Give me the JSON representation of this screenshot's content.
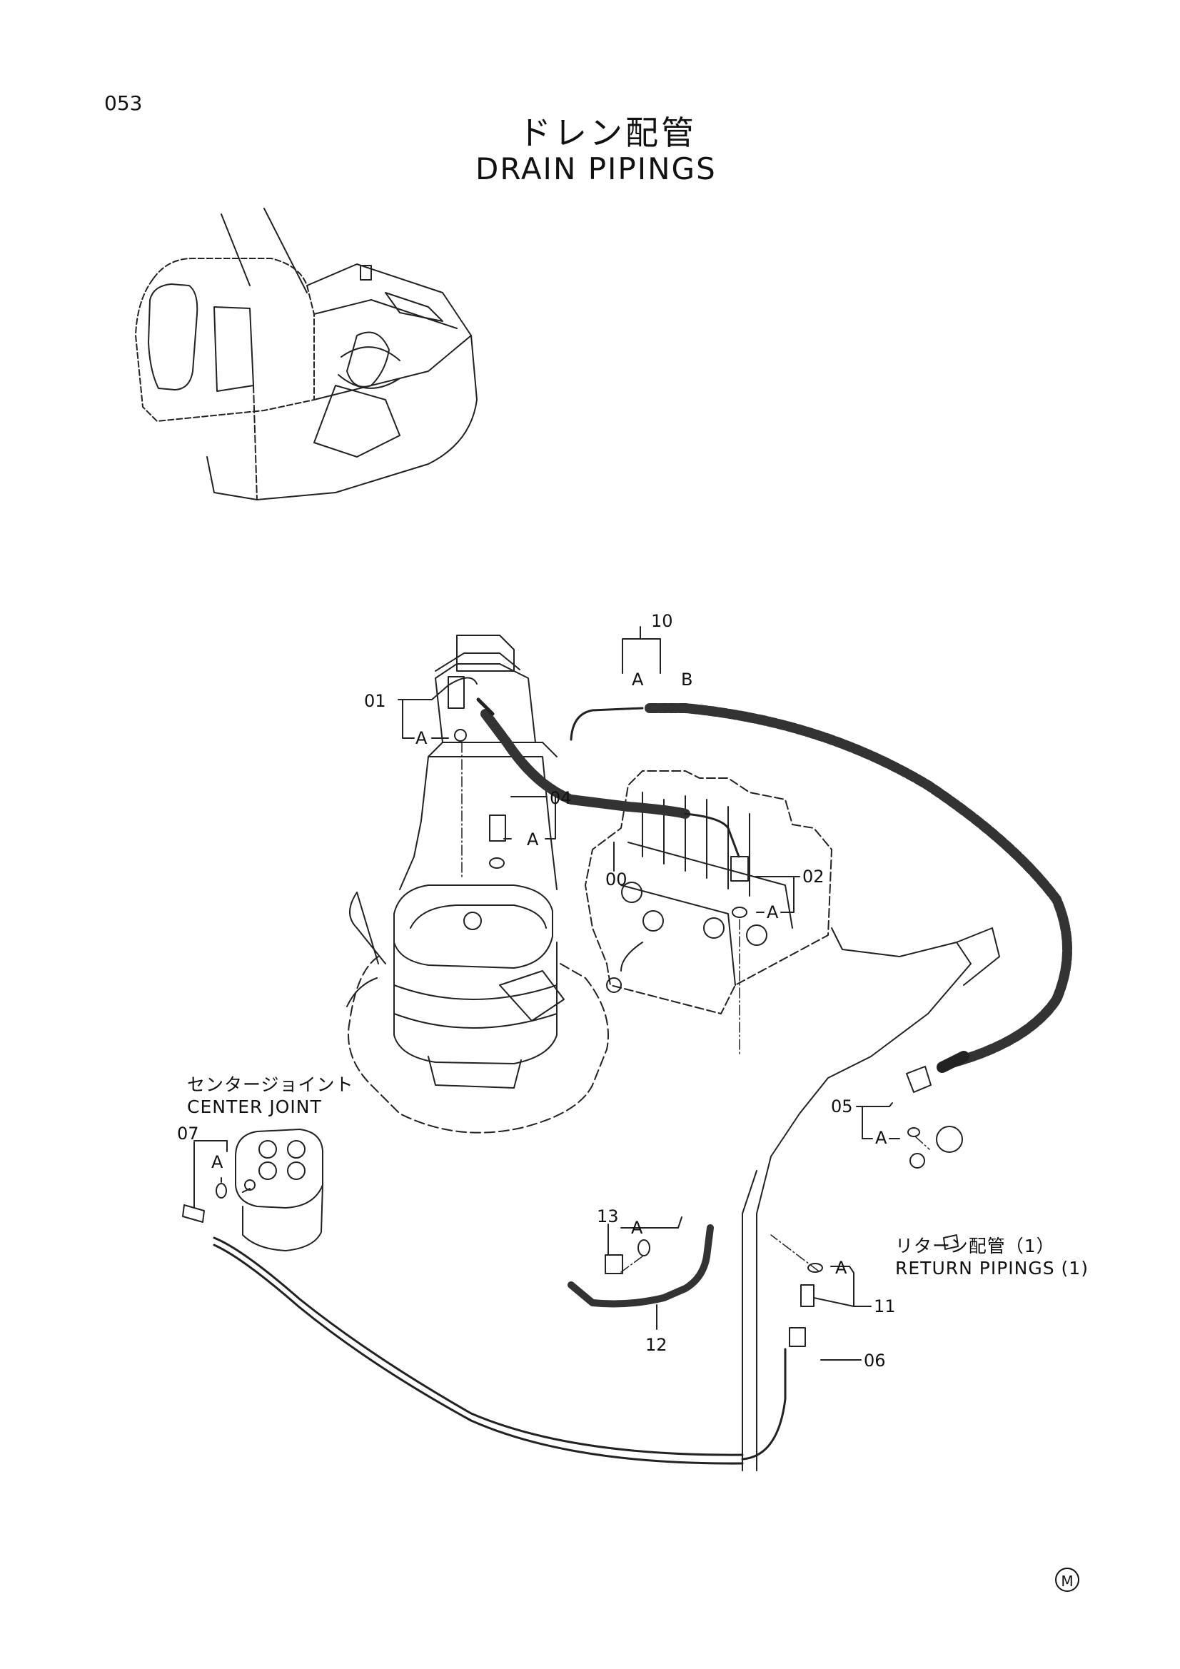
{
  "page": {
    "number": "053",
    "title_jp": "ドレン配管",
    "title_en": "DRAIN PIPINGS",
    "marker": "M"
  },
  "groups": {
    "center_joint": {
      "jp": "センタージョイント",
      "en": "CENTER JOINT"
    },
    "return_pipings": {
      "jp": "リターン配管（1）",
      "en": "RETURN PIPINGS (1)"
    }
  },
  "callouts": {
    "c10": "10",
    "c10a": "A",
    "c10b": "B",
    "c01": "01",
    "c01a": "A",
    "c04": "04",
    "c04a": "A",
    "c00": "00",
    "c02": "02",
    "c02a": "A",
    "c05": "05",
    "c05a": "A",
    "c07": "07",
    "c07a": "A",
    "c13": "13",
    "c13a": "A",
    "c11": "11",
    "c11a": "A",
    "c12": "12",
    "c06": "06"
  }
}
